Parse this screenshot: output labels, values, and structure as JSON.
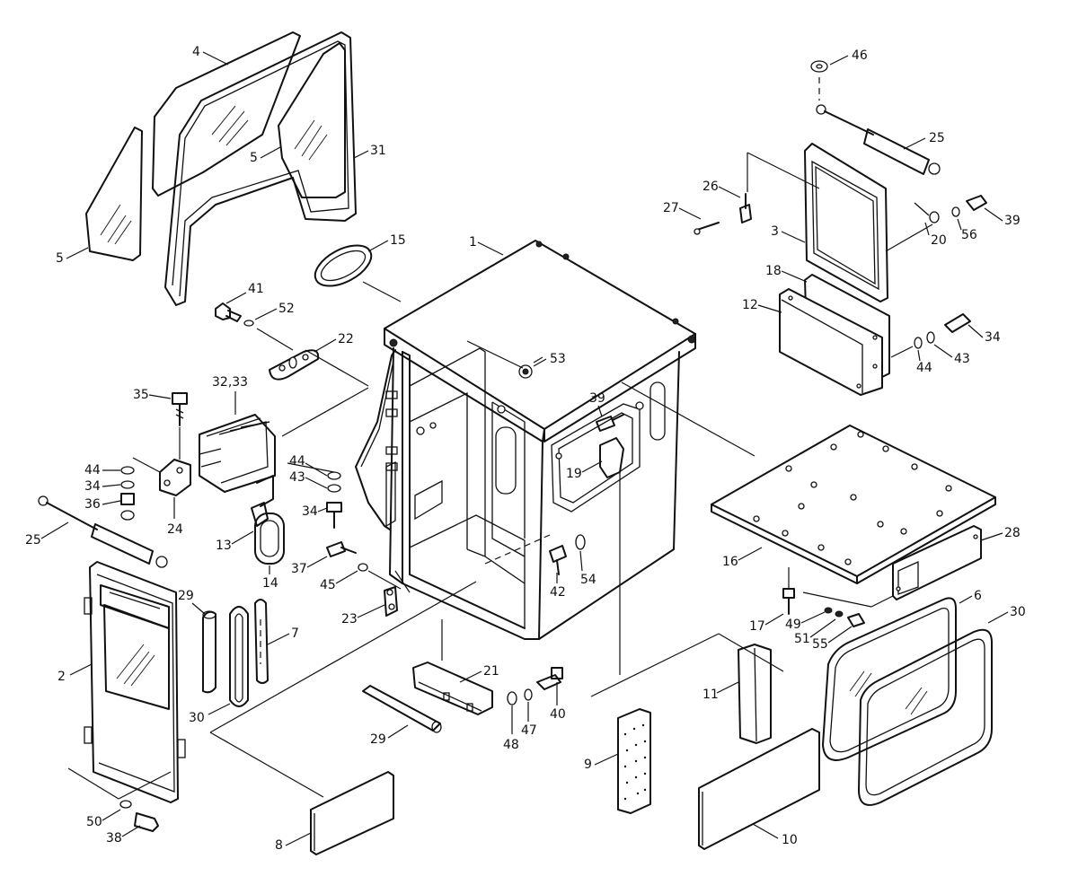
{
  "diagram": {
    "callouts": {
      "c1": "1",
      "c2": "2",
      "c3": "3",
      "c4": "4",
      "c5a": "5",
      "c5b": "5",
      "c6": "6",
      "c7": "7",
      "c8": "8",
      "c9": "9",
      "c10": "10",
      "c11": "11",
      "c12": "12",
      "c13": "13",
      "c14": "14",
      "c15": "15",
      "c16": "16",
      "c17": "17",
      "c18": "18",
      "c19": "19",
      "c20": "20",
      "c21": "21",
      "c22": "22",
      "c23": "23",
      "c24": "24",
      "c25a": "25",
      "c25b": "25",
      "c26": "26",
      "c27": "27",
      "c28": "28",
      "c29a": "29",
      "c29b": "29",
      "c30a": "30",
      "c30b": "30",
      "c31": "31",
      "c3233": "32,33",
      "c34a": "34",
      "c34b": "34",
      "c34c": "34",
      "c35": "35",
      "c36": "36",
      "c37": "37",
      "c38": "38",
      "c39a": "39",
      "c39b": "39",
      "c40": "40",
      "c41": "41",
      "c42": "42",
      "c43a": "43",
      "c43b": "43",
      "c44a": "44",
      "c44b": "44",
      "c44c": "44",
      "c45": "45",
      "c46": "46",
      "c47": "47",
      "c48": "48",
      "c49": "49",
      "c50": "50",
      "c51": "51",
      "c52": "52",
      "c53": "53",
      "c54": "54",
      "c55": "55",
      "c56": "56"
    }
  }
}
